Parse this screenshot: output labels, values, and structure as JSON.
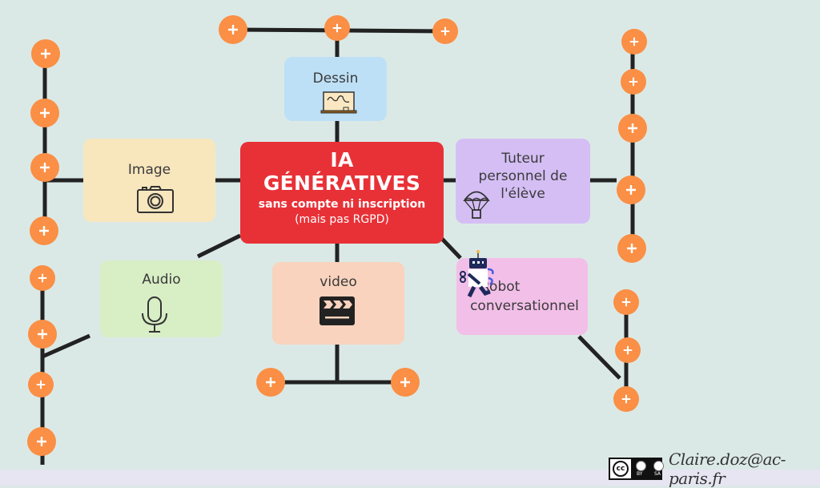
{
  "center": {
    "title_line1": "IA",
    "title_line2": "GÉNÉRATIVES",
    "subtitle": "sans compte ni inscription",
    "note": "(mais pas RGPD)",
    "color": "#e83137"
  },
  "branches": {
    "dessin": {
      "label": "Dessin",
      "icon": "whiteboard-icon",
      "color": "#bde0f6"
    },
    "image": {
      "label": "Image",
      "icon": "camera-icon",
      "color": "#f8e6bd"
    },
    "tuteur": {
      "label_line1": "Tuteur",
      "label_line2": "personnel de",
      "label_line3": "l'élève",
      "icon": "parachute-icon",
      "color": "#d4bef4"
    },
    "audio": {
      "label": "Audio",
      "icon": "microphone-icon",
      "color": "#d8eec5"
    },
    "video": {
      "label": "video",
      "icon": "clapperboard-icon",
      "color": "#f9d3bd"
    },
    "robot": {
      "label_line1": "Robot",
      "label_line2": "conversationnel",
      "icon": "robot-icon",
      "color": "#f2bfe8"
    }
  },
  "add_button": {
    "symbol": "+",
    "color": "#fa8f45"
  },
  "footer": {
    "license": "CC BY SA",
    "license_by": "BY",
    "license_sa": "SA",
    "author_email": "Claire.doz@ac-paris.fr"
  }
}
